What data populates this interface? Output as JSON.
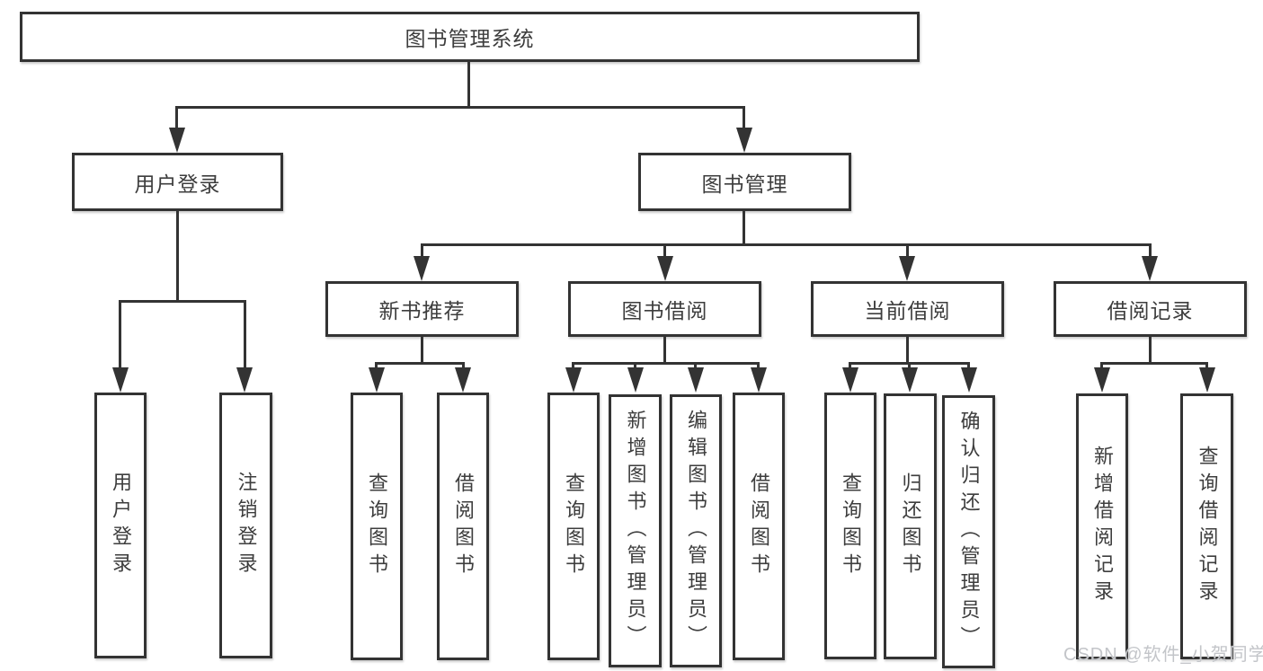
{
  "diagram": {
    "watermark": "CSDN @软件_小贺同学",
    "colors": {
      "line": "#333333",
      "text": "#3d3d3d",
      "watermark": "#c3c5c9"
    },
    "tree": {
      "label": "图书管理系统",
      "children": [
        {
          "label": "用户登录",
          "children": [
            {
              "label": "用户登录"
            },
            {
              "label": "注销登录"
            }
          ]
        },
        {
          "label": "图书管理",
          "children": [
            {
              "label": "新书推荐",
              "children": [
                {
                  "label": "查询图书"
                },
                {
                  "label": "借阅图书"
                }
              ]
            },
            {
              "label": "图书借阅",
              "children": [
                {
                  "label": "查询图书"
                },
                {
                  "label": "新增图书（管理员）"
                },
                {
                  "label": "编辑图书（管理员）"
                },
                {
                  "label": "借阅图书"
                }
              ]
            },
            {
              "label": "当前借阅",
              "children": [
                {
                  "label": "查询图书"
                },
                {
                  "label": "归还图书"
                },
                {
                  "label": "确认归还（管理员）"
                }
              ]
            },
            {
              "label": "借阅记录",
              "children": [
                {
                  "label": "新增借阅记录"
                },
                {
                  "label": "查询借阅记录"
                }
              ]
            }
          ]
        }
      ]
    }
  }
}
